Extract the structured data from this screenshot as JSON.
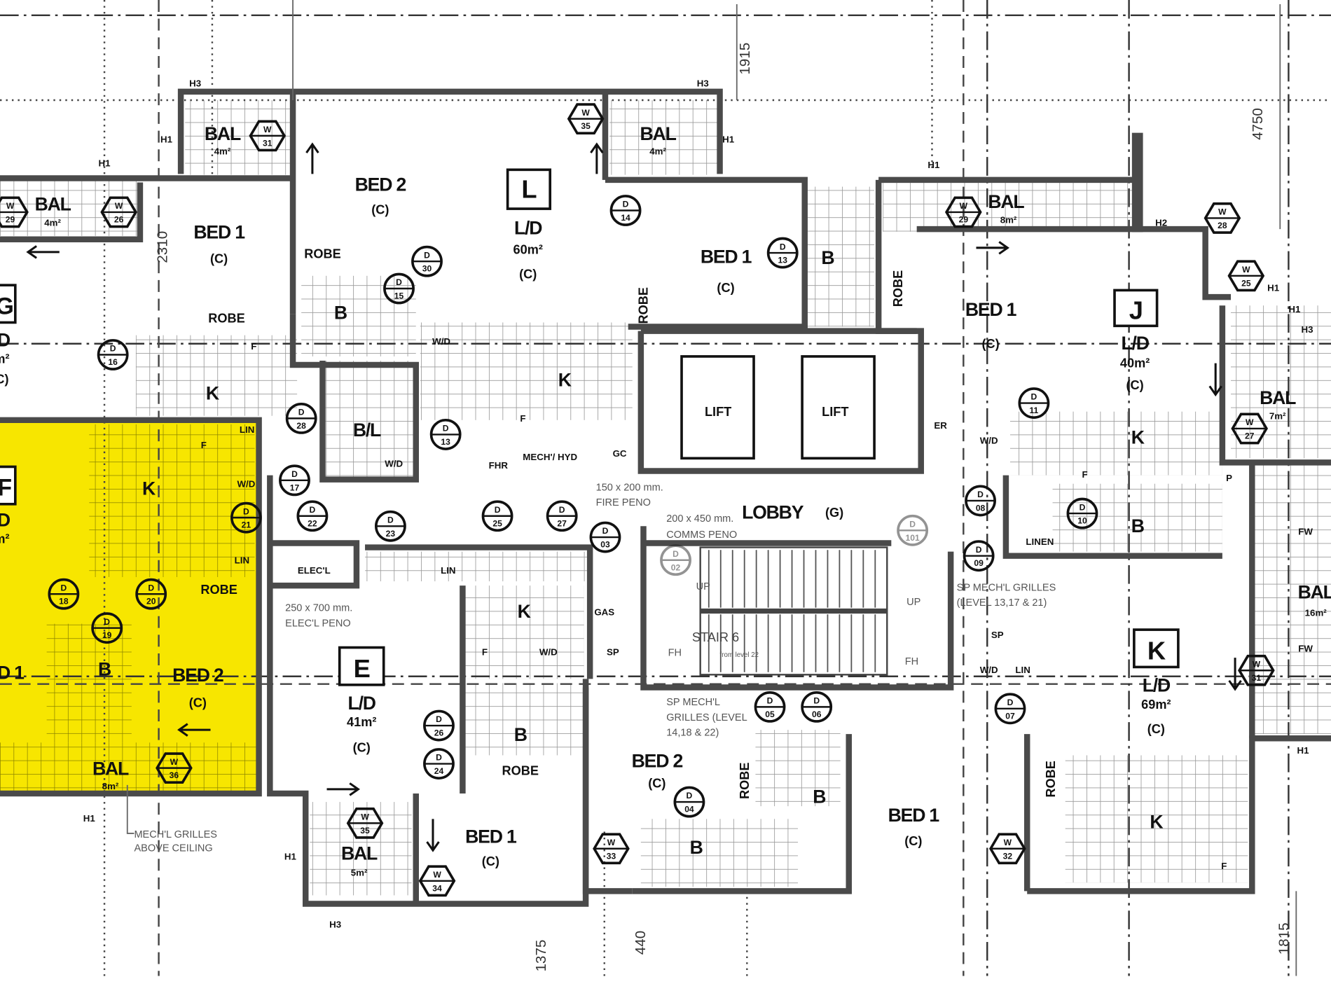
{
  "colors": {
    "highlight": "#f7e600",
    "wall": "#4a4a4a",
    "tile": "#bdbdbd"
  },
  "dimensions": {
    "d1915": "1915",
    "d4750": "4750",
    "d2310": "2310",
    "d1375": "1375",
    "d440": "440",
    "d1815": "1815"
  },
  "units": {
    "L": {
      "tag": "L",
      "name": "L/D",
      "area": "60m²",
      "cls": "(C)"
    },
    "J": {
      "tag": "J",
      "name": "L/D",
      "area": "40m²",
      "cls": "(C)"
    },
    "E": {
      "tag": "E",
      "name": "L/D",
      "area": "41m²",
      "cls": "(C)"
    },
    "K": {
      "tag": "K",
      "name": "L/D",
      "area": "69m²",
      "cls": "(C)"
    },
    "G_partial": {
      "tag": "G",
      "name": "D",
      "area": "m²",
      "cls": "(C)"
    },
    "F_partial": {
      "tag": "F",
      "name": "D",
      "area": "m²"
    }
  },
  "rooms": {
    "bed": "BED 1",
    "bed2": "BED 2",
    "cls": "(C)",
    "robe": "ROBE",
    "bath": "B",
    "kitchen": "K",
    "bl": "B/L",
    "lift": "LIFT",
    "lobby": "LOBBY",
    "lobby_cls": "(G)",
    "stair": "STAIR 6",
    "stair_sub": "from level 22",
    "lin": "LIN",
    "linen": "LINEN",
    "wd": "W/D",
    "fridge": "F",
    "pantry": "P",
    "elec": "ELEC'L",
    "fhr": "FHR",
    "mech": "MECH'/ HYD",
    "gc": "GC",
    "sp": "SP",
    "gas": "GAS",
    "up": "UP",
    "fh": "FH",
    "fw": "FW",
    "er": "ER"
  },
  "balconies": [
    {
      "name": "BAL",
      "area": "4m²"
    },
    {
      "name": "BAL",
      "area": "4m²"
    },
    {
      "name": "BAL",
      "area": "4m²"
    },
    {
      "name": "BAL",
      "area": "8m²"
    },
    {
      "name": "BAL",
      "area": "7m²"
    },
    {
      "name": "BAL",
      "area": "16m²"
    },
    {
      "name": "BAL",
      "area": "8m²"
    },
    {
      "name": "BAL",
      "area": "5m²"
    }
  ],
  "notes": {
    "fire_peno": [
      "150 x 200 mm.",
      "FIRE PENO"
    ],
    "comms_peno": [
      "200 x 450 mm.",
      "COMMS PENO"
    ],
    "elec_peno": [
      "250 x 700 mm.",
      "ELEC'L PENO"
    ],
    "grilles_a": [
      "SP MECH'L GRILLES",
      "(LEVEL 13,17 & 21)"
    ],
    "grilles_b": [
      "SP MECH'L",
      "GRILLES (LEVEL",
      "14,18 & 22)"
    ],
    "grilles_c": [
      "MECH'L GRILLES",
      "ABOVE CEILING"
    ]
  },
  "heights": {
    "h1": "H1",
    "h2": "H2",
    "h3": "H3"
  },
  "door_tags": {
    "letter": "D",
    "numbers": [
      "16",
      "30",
      "15",
      "14",
      "13",
      "28",
      "13",
      "17",
      "21",
      "22",
      "23",
      "25",
      "27",
      "03",
      "18",
      "19",
      "20",
      "26",
      "24",
      "05",
      "06",
      "04",
      "07",
      "08",
      "09",
      "10",
      "11",
      "101",
      "02"
    ]
  },
  "window_tags": {
    "letter": "W",
    "numbers": [
      "31",
      "35",
      "29",
      "26",
      "29",
      "28",
      "25",
      "27",
      "31",
      "36",
      "35",
      "34",
      "33",
      "32"
    ]
  }
}
